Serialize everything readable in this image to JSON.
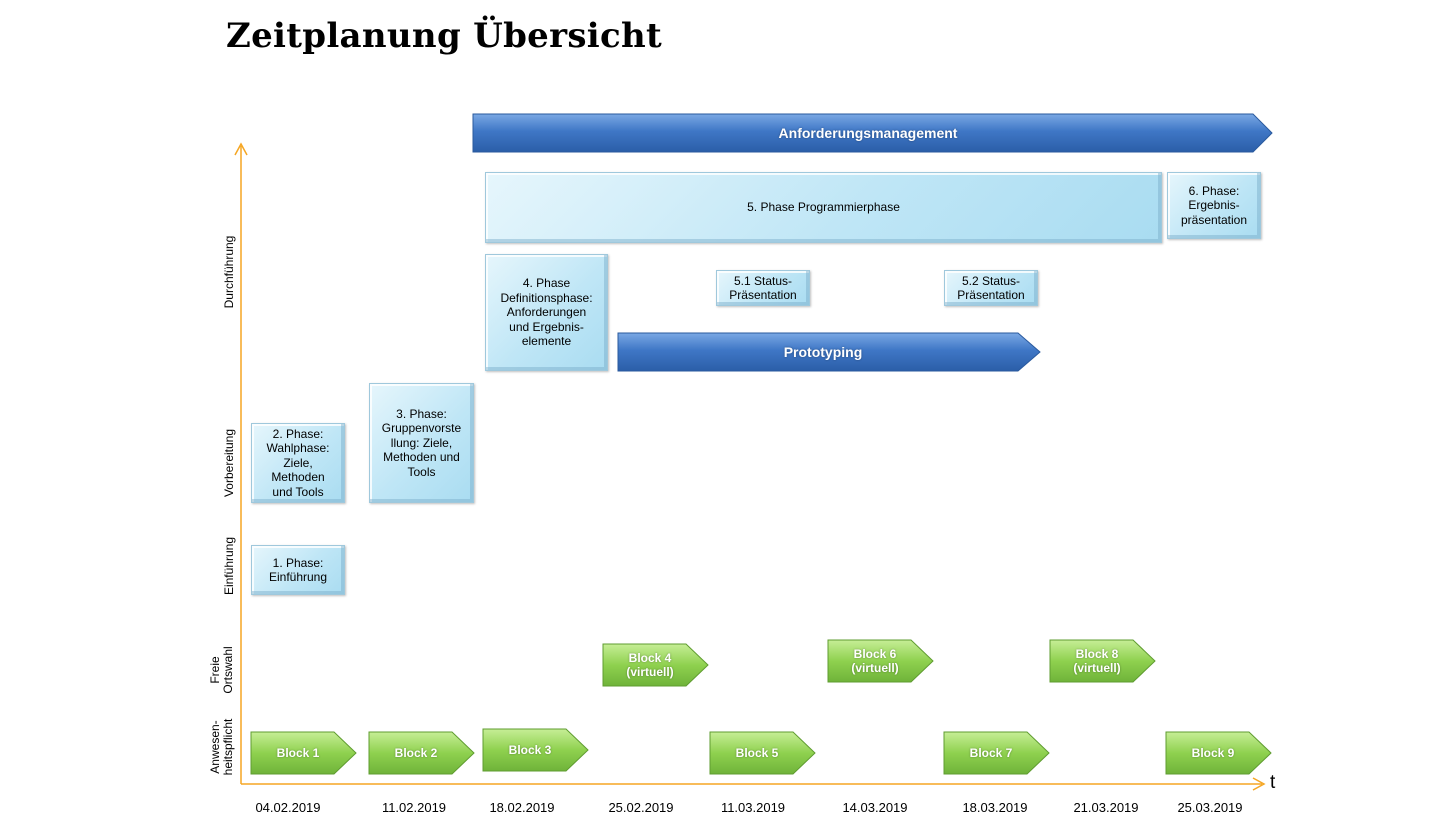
{
  "title": "Zeitplanung Übersicht",
  "axis": {
    "t_label": "t",
    "y_categories": [
      "Durchführung",
      "Vorbereitung",
      "Einführung",
      "Freie\nOrtswahl",
      "Anwesen-\nheitspflicht"
    ]
  },
  "dates": [
    "04.02.2019",
    "11.02.2019",
    "18.02.2019",
    "25.02.2019",
    "11.03.2019",
    "14.03.2019",
    "18.03.2019",
    "21.03.2019",
    "25.03.2019"
  ],
  "phases": [
    "1. Phase:\nEinführung",
    "2. Phase:\nWahlphase:\nZiele,\nMethoden\nund Tools",
    "3. Phase:\nGruppenvorste\nllung: Ziele,\nMethoden und\nTools",
    "4. Phase\nDefinitionsphase:\nAnforderungen\nund Ergebnis-\nelemente",
    "5. Phase Programmierphase",
    "6. Phase:\nErgebnis-\npräsentation",
    "5.1 Status-\nPräsentation",
    "5.2 Status-\nPräsentation"
  ],
  "bars": {
    "anforderungsmanagement": "Anforderungsmanagement",
    "prototyping": "Prototyping"
  },
  "blocks": {
    "presence": [
      "Block 1",
      "Block 2",
      "Block 3",
      "Block 5",
      "Block 7",
      "Block 9"
    ],
    "remote": [
      "Block 4\n(virtuell)",
      "Block 6\n(virtuell)",
      "Block 8\n(virtuell)"
    ]
  },
  "colors": {
    "axis": "#f5a623",
    "blue_bar": "#3c72c0",
    "green_block": "#8fd14f",
    "phase_box": "#bfe6f6"
  }
}
